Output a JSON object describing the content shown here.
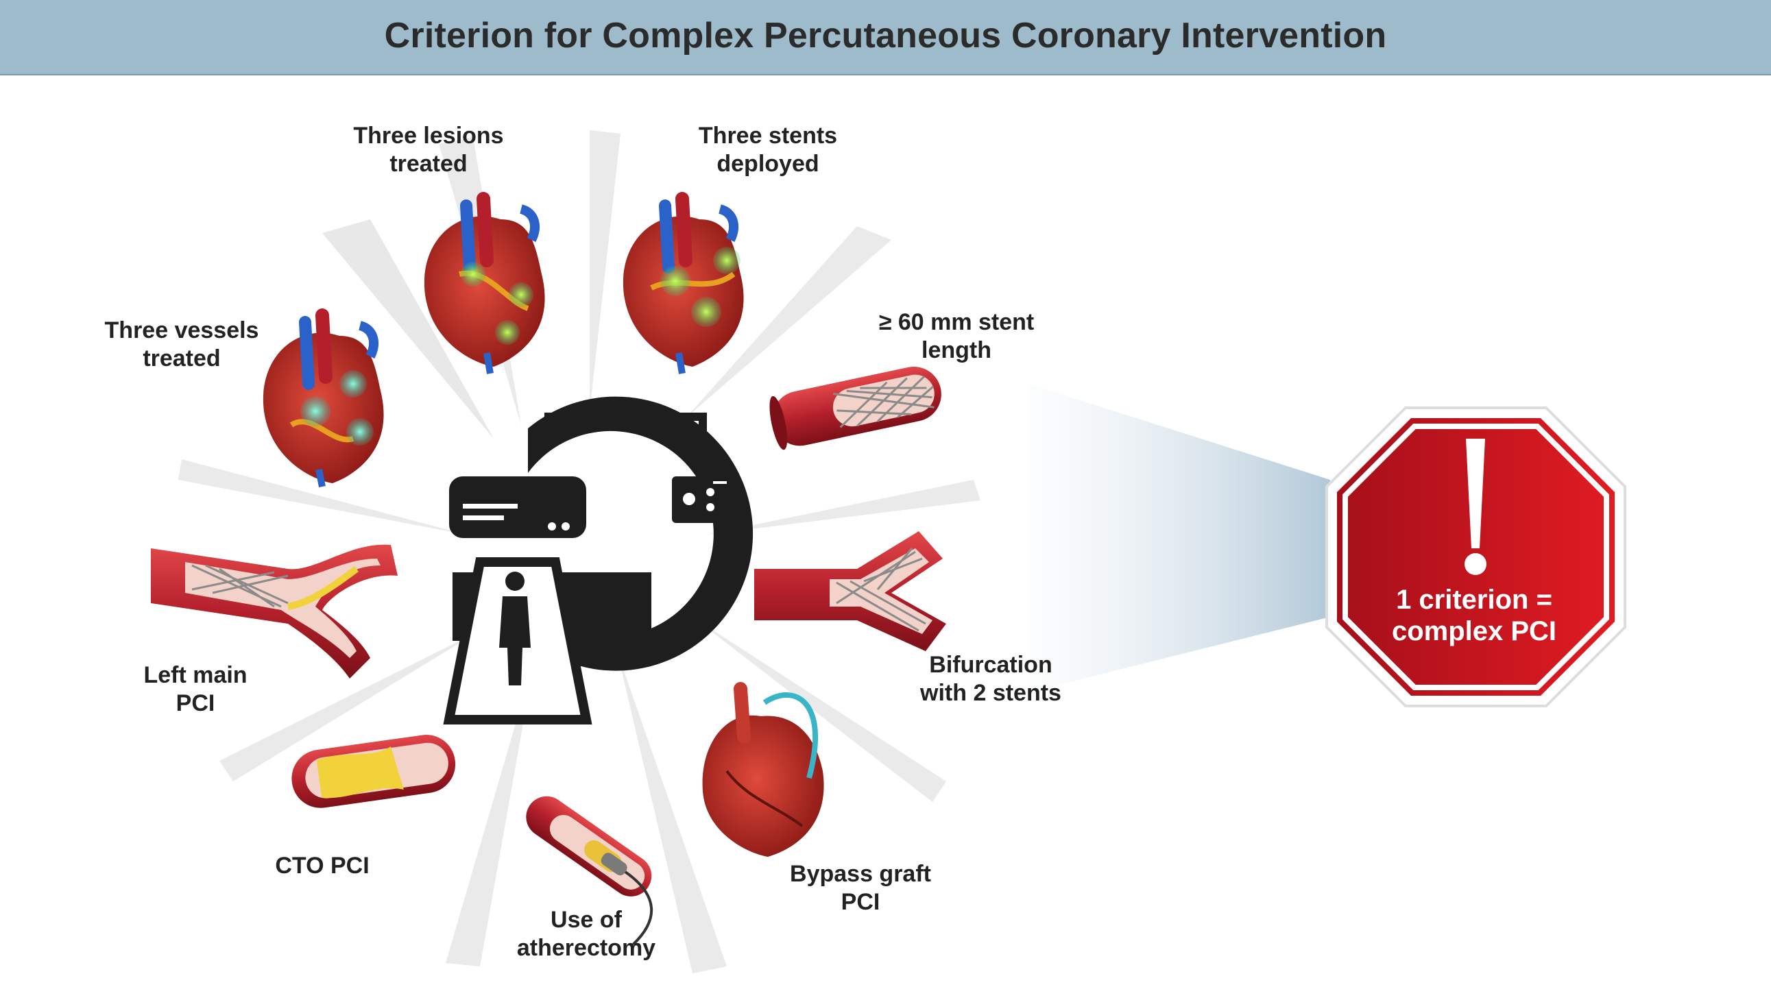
{
  "header": {
    "title": "Criterion for Complex Percutaneous Coronary Intervention"
  },
  "criteria": [
    {
      "id": "three-vessels",
      "lines": [
        "Three vessels",
        "treated"
      ],
      "icon": "heart-icon"
    },
    {
      "id": "three-lesions",
      "lines": [
        "Three lesions",
        "treated"
      ],
      "icon": "heart-icon"
    },
    {
      "id": "three-stents",
      "lines": [
        "Three stents",
        "deployed"
      ],
      "icon": "heart-icon"
    },
    {
      "id": "stent-length",
      "lines": [
        "≥ 60 mm stent",
        "length"
      ],
      "icon": "stent-vessel-icon"
    },
    {
      "id": "bifurcation",
      "lines": [
        "Bifurcation",
        "with 2 stents"
      ],
      "icon": "bifurcation-stent-icon"
    },
    {
      "id": "bypass-graft",
      "lines": [
        "Bypass graft",
        "PCI"
      ],
      "icon": "bypass-heart-icon"
    },
    {
      "id": "atherectomy",
      "lines": [
        "Use of",
        "atherectomy"
      ],
      "icon": "atherectomy-catheter-icon"
    },
    {
      "id": "cto",
      "lines": [
        "CTO PCI"
      ],
      "icon": "occluded-vessel-icon"
    },
    {
      "id": "left-main",
      "lines": [
        "Left main",
        "PCI"
      ],
      "icon": "left-main-vessel-icon"
    }
  ],
  "stop_sign": {
    "lines": [
      "1 criterion =",
      "complex PCI"
    ],
    "symbol": "!"
  },
  "colors": {
    "header": "#9dbbcb",
    "stop_red": "#c8101e",
    "vessel_red": "#b3202b",
    "plaque": "#f2d23a",
    "scanner": "#1e1e1e"
  }
}
